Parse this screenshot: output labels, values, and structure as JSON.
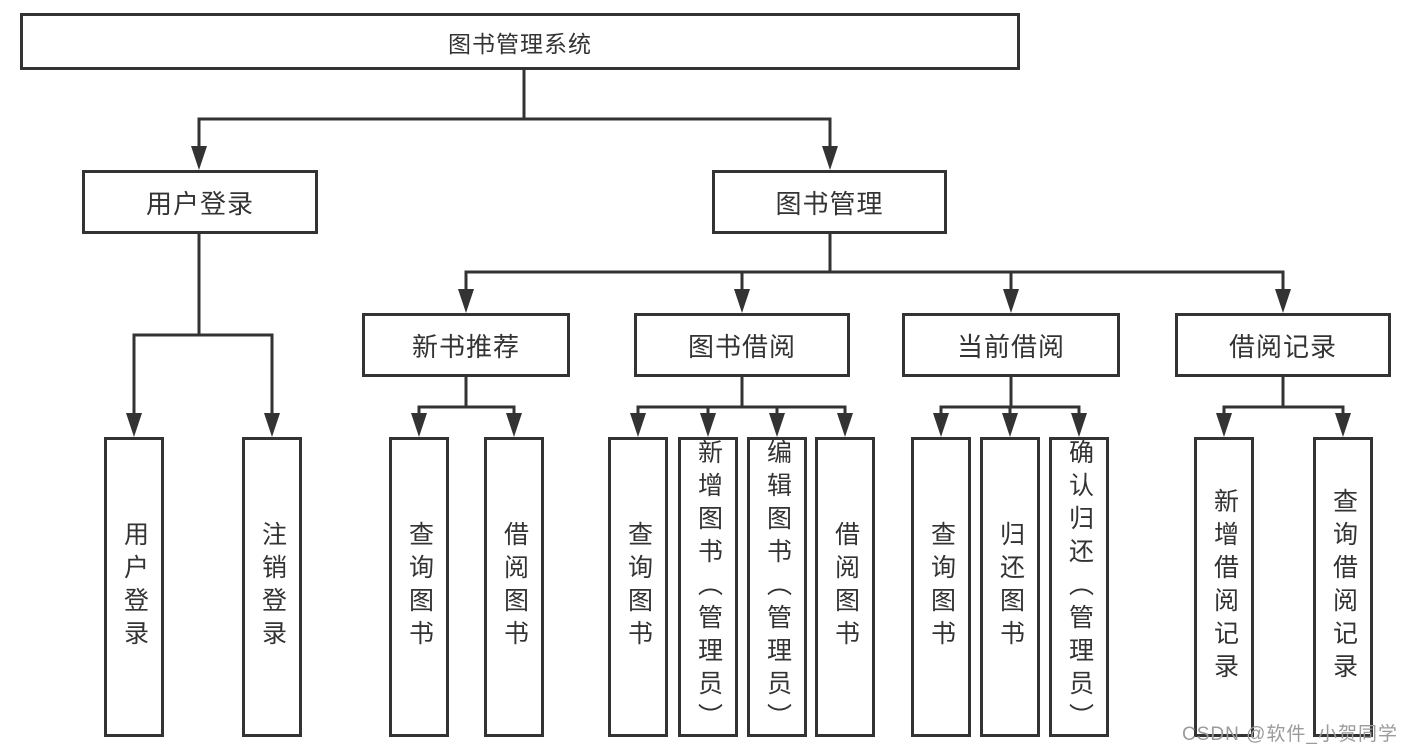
{
  "diagram": {
    "root": "图书管理系统",
    "level2": [
      "用户登录",
      "图书管理"
    ],
    "level3": [
      "新书推荐",
      "图书借阅",
      "当前借阅",
      "借阅记录"
    ],
    "leaves": {
      "user_login": [
        "用户登录",
        "注销登录"
      ],
      "new_book": [
        "查询图书",
        "借阅图书"
      ],
      "book_borrow": [
        "查询图书",
        "新增图书（管理员）",
        "编辑图书（管理员）",
        "借阅图书"
      ],
      "current_borrow": [
        "查询图书",
        "归还图书",
        "确认归还（管理员）"
      ],
      "borrow_record": [
        "新增借阅记录",
        "查询借阅记录"
      ]
    }
  },
  "watermark": "CSDN @软件_小贺同学",
  "colors": {
    "line": "#333333",
    "box_border": "#333333",
    "box_background": "#ffffff",
    "text": "#333333",
    "watermark_text": "#9b9b9b",
    "background": "#ffffff"
  }
}
